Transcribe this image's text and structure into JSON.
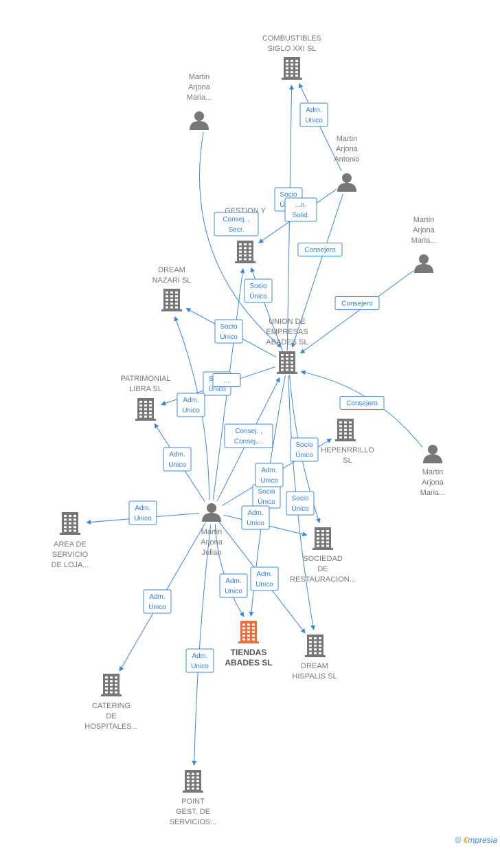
{
  "colors": {
    "edge": "#3a87da",
    "node": "#777777",
    "focus": "#f26b3a"
  },
  "nodes": [
    {
      "id": "combustibles",
      "type": "company",
      "lines": [
        "COMBUSTIBLES",
        "SIGLO XXI  SL"
      ]
    },
    {
      "id": "gestion",
      "type": "company",
      "lines": [
        "GESTION Y",
        "...ION"
      ]
    },
    {
      "id": "union",
      "type": "company",
      "lines": [
        "UNION DE",
        "EMPRESAS",
        "ABADES SL"
      ]
    },
    {
      "id": "dream_nazari",
      "type": "company",
      "lines": [
        "DREAM",
        "NAZARI  SL"
      ]
    },
    {
      "id": "patrimonial",
      "type": "company",
      "lines": [
        "PATRIMONIAL",
        "LIBRA  SL"
      ]
    },
    {
      "id": "hepenrrillo",
      "type": "company",
      "lines": [
        "HEPENRRILLO",
        "SL"
      ]
    },
    {
      "id": "area",
      "type": "company",
      "lines": [
        "AREA DE",
        "SERVICIO",
        "DE LOJA..."
      ]
    },
    {
      "id": "sociedad",
      "type": "company",
      "lines": [
        "SOCIEDAD",
        "DE",
        "RESTAURACION..."
      ]
    },
    {
      "id": "tiendas",
      "type": "focus",
      "lines": [
        "TIENDAS",
        "ABADES  SL"
      ]
    },
    {
      "id": "dream_hispalis",
      "type": "company",
      "lines": [
        "DREAM",
        "HISPALIS  SL"
      ]
    },
    {
      "id": "catering",
      "type": "company",
      "lines": [
        "CATERING",
        "DE",
        "HOSPITALES..."
      ]
    },
    {
      "id": "point",
      "type": "company",
      "lines": [
        "POINT",
        "GEST.  DE",
        "SERVICIOS..."
      ]
    },
    {
      "id": "p_maria1",
      "type": "person",
      "lines": [
        "Martin",
        "Arjona",
        "Maria..."
      ]
    },
    {
      "id": "p_antonio",
      "type": "person",
      "lines": [
        "Martin",
        "Arjona",
        "Antonio"
      ]
    },
    {
      "id": "p_maria2",
      "type": "person",
      "lines": [
        "Martin",
        "Arjona",
        "Maria..."
      ]
    },
    {
      "id": "p_maria3",
      "type": "person",
      "lines": [
        "Martin",
        "Arjona",
        "Maria..."
      ]
    },
    {
      "id": "p_julian",
      "type": "person",
      "lines": [
        "Martin",
        "Arjona",
        "Julian"
      ]
    }
  ],
  "edges": [
    {
      "from": "p_antonio",
      "to": "combustibles",
      "lines": [
        "Adm.",
        "Unico"
      ]
    },
    {
      "from": "union",
      "to": "combustibles",
      "lines": [
        "Socio",
        "Único"
      ]
    },
    {
      "from": "p_antonio",
      "to": "gestion",
      "lines": [
        "...n.",
        "Solid."
      ]
    },
    {
      "from": "p_antonio",
      "to": "union",
      "lines": [
        "Consejero"
      ]
    },
    {
      "from": "p_maria1",
      "to": "union",
      "lines": [
        "Consej. ,",
        "Secr."
      ]
    },
    {
      "from": "union",
      "to": "gestion",
      "lines": [
        "Socio",
        "Único"
      ]
    },
    {
      "from": "p_maria2",
      "to": "union",
      "lines": [
        "Consejero"
      ]
    },
    {
      "from": "union",
      "to": "dream_nazari",
      "lines": [
        "Socio",
        "Único"
      ]
    },
    {
      "from": "union",
      "to": "patrimonial",
      "lines": [
        "Socio",
        "Único"
      ]
    },
    {
      "from": "p_maria3",
      "to": "union",
      "lines": [
        "Consejero"
      ]
    },
    {
      "from": "p_julian",
      "to": "dream_nazari",
      "lines": [
        "Adm.",
        "Unico"
      ]
    },
    {
      "from": "p_julian",
      "to": "patrimonial",
      "lines": [
        "Adm.",
        "Unico"
      ]
    },
    {
      "from": "p_julian",
      "to": "union",
      "lines": [
        "Consej. ,",
        "Consej...."
      ]
    },
    {
      "from": "p_julian",
      "to": "gestion",
      "lines": [
        "..."
      ]
    },
    {
      "from": "union",
      "to": "sociedad",
      "lines": [
        "Socio",
        "Único"
      ]
    },
    {
      "from": "union",
      "to": "dream_hispalis",
      "lines": [
        "Socio",
        "Único"
      ]
    },
    {
      "from": "union",
      "to": "tiendas",
      "lines": [
        "Socio",
        "Único"
      ]
    },
    {
      "from": "p_julian",
      "to": "hepenrrillo",
      "lines": [
        "Adm.",
        "Unico"
      ]
    },
    {
      "from": "p_julian",
      "to": "sociedad",
      "lines": [
        "Adm.",
        "Unico"
      ]
    },
    {
      "from": "p_julian",
      "to": "area",
      "lines": [
        "Adm.",
        "Unico"
      ]
    },
    {
      "from": "p_julian",
      "to": "tiendas",
      "lines": [
        "Adm.",
        "Unico"
      ]
    },
    {
      "from": "p_julian",
      "to": "dream_hispalis",
      "lines": [
        "Adm.",
        "Unico"
      ]
    },
    {
      "from": "p_julian",
      "to": "catering",
      "lines": [
        "Adm.",
        "Unico"
      ]
    },
    {
      "from": "p_julian",
      "to": "point",
      "lines": [
        "Adm.",
        "Unico"
      ]
    }
  ],
  "brand": {
    "copyright": "©",
    "e": "€",
    "rest": "mpresia"
  }
}
